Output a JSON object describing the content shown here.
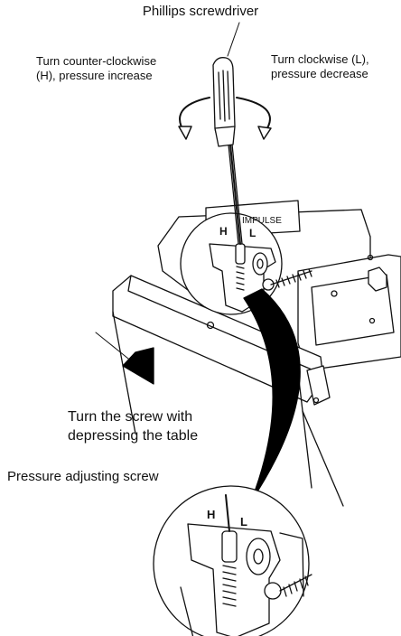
{
  "labels": {
    "tool": "Phillips screwdriver",
    "ccw": [
      "Turn counter-clockwise",
      "(H), pressure increase"
    ],
    "cw": [
      "Turn clockwise (L),",
      "pressure decrease"
    ],
    "instruction": [
      "Turn the screw with",
      "depressing the table"
    ],
    "screw": "Pressure adjusting screw"
  },
  "panel": {
    "brand": "IMPULSE",
    "high": "H",
    "low": "L"
  },
  "colors": {
    "line": "#111111",
    "fill": "#ffffff",
    "arrow": "#000000"
  }
}
